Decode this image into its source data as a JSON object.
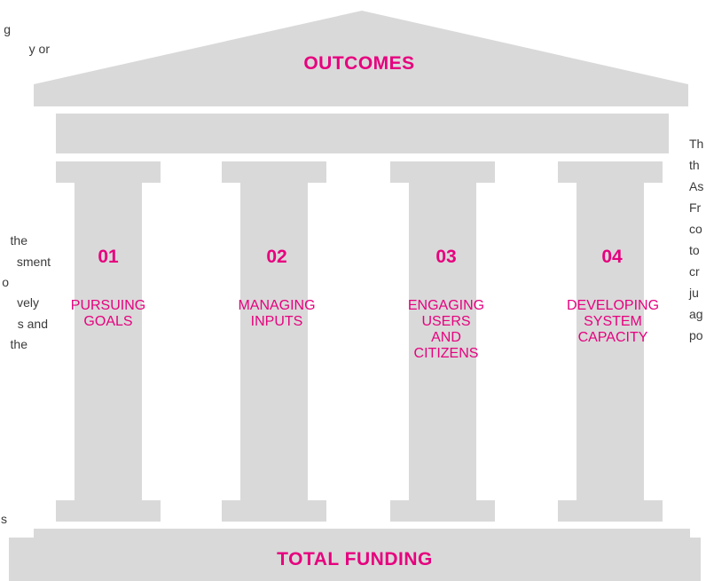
{
  "temple": {
    "roof_title": "OUTCOMES",
    "base_title": "TOTAL FUNDING",
    "pillars": [
      {
        "number": "01",
        "label_lines": [
          "PURSUING",
          "GOALS"
        ]
      },
      {
        "number": "02",
        "label_lines": [
          "MANAGING",
          "INPUTS"
        ]
      },
      {
        "number": "03",
        "label_lines": [
          "ENGAGING",
          "USERS",
          "AND",
          "CITIZENS"
        ]
      },
      {
        "number": "04",
        "label_lines": [
          "DEVELOPING",
          "SYSTEM",
          "CAPACITY"
        ]
      }
    ],
    "colors": {
      "accent": "#e6007e",
      "shape_fill": "#d9d9d9",
      "body_text": "#3a3a3a"
    }
  },
  "left_text_fragments": [
    "g",
    "y or",
    "the",
    "sment",
    "o",
    "vely",
    "s and",
    "the",
    "s"
  ],
  "right_text_fragments": [
    "Th",
    "th",
    "As",
    "Fr",
    "co",
    "to",
    "cr",
    "ju",
    "ag",
    "po"
  ]
}
